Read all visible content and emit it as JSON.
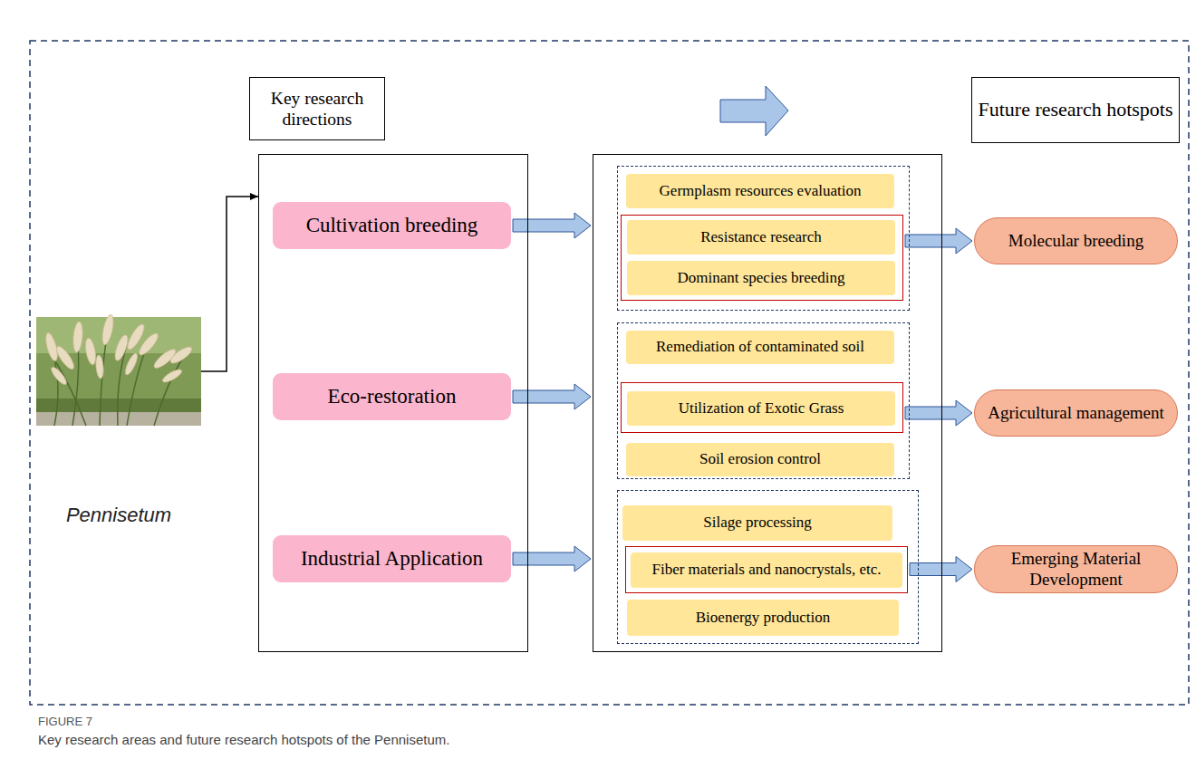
{
  "diagram": {
    "caption": "Key research areas and future research hotspots of the Pennisetum.",
    "nodes": [
      {
        "text": [
          "Pennisetum"
        ]
      },
      {
        "text": [
          "Key research directions"
        ]
      },
      {
        "text": []
      },
      {
        "text": [
          "Cultivation breeding"
        ],
        "in": 2
      },
      {
        "text": [
          "Eco-restoration"
        ],
        "in": 2
      },
      {
        "text": [
          "Industrial Application"
        ],
        "in": 2
      },
      {
        "text": []
      },
      {
        "text": [],
        "in": 6
      },
      {
        "text": [
          "Germplasm resources evaluation"
        ],
        "in": 7
      },
      {
        "text": [],
        "in": 7
      },
      {
        "text": [
          "Resistance research"
        ],
        "in": 9
      },
      {
        "text": [
          "Dominant species breeding"
        ],
        "in": 9
      },
      {
        "text": [],
        "in": 6
      },
      {
        "text": [
          "Remediation of contaminated soil"
        ],
        "in": 12
      },
      {
        "text": [],
        "in": 12
      },
      {
        "text": [
          "Utilization of Exotic Grass"
        ],
        "in": 14
      },
      {
        "text": [
          "Soil erosion control"
        ],
        "in": 12
      },
      {
        "text": [],
        "in": 6
      },
      {
        "text": [
          "Silage processing"
        ],
        "in": 17
      },
      {
        "text": [],
        "in": 17
      },
      {
        "text": [
          "Fiber materials and nanocrystals, etc."
        ],
        "in": 19
      },
      {
        "text": [
          "Bioenergy production"
        ],
        "in": 17
      },
      {
        "text": [
          "Future research hotspots"
        ]
      },
      {
        "text": [
          "Molecular breeding"
        ]
      },
      {
        "text": [
          "Agricultural management"
        ]
      },
      {
        "text": [
          "Emerging Material Development"
        ]
      }
    ],
    "edges": [
      {
        "from": 0,
        "to": 2,
        "arrow": "to"
      },
      {
        "from": 3,
        "to": 6,
        "arrow": "to"
      },
      {
        "from": 4,
        "to": 6,
        "arrow": "to"
      },
      {
        "from": 5,
        "to": 6,
        "arrow": "to"
      },
      {
        "from": 9,
        "to": 23,
        "arrow": "to"
      },
      {
        "from": 14,
        "to": 24,
        "arrow": "to"
      },
      {
        "from": 19,
        "to": 25,
        "arrow": "to"
      }
    ],
    "labels": [
      "FIGURE 7"
    ]
  }
}
